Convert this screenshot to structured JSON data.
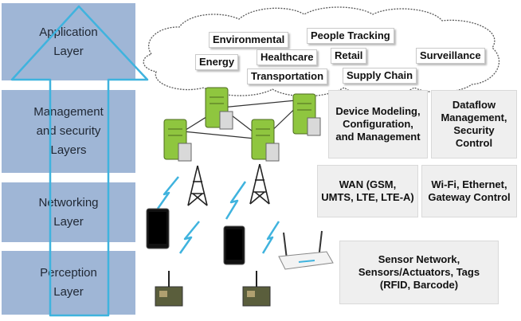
{
  "layers": [
    {
      "label": "Application\nLayer"
    },
    {
      "label": "Management\nand security\nLayers"
    },
    {
      "label": "Networking\nLayer"
    },
    {
      "label": "Perception\nLayer"
    }
  ],
  "applications": [
    "Environmental",
    "People Tracking",
    "Energy",
    "Healthcare",
    "Retail",
    "Surveillance",
    "Transportation",
    "Supply Chain"
  ],
  "functions": {
    "device_modeling": "Device Modeling,\nConfiguration,\nand Management",
    "dataflow": "Dataflow\nManagement,\nSecurity\nControl",
    "wan": "WAN (GSM,\nUMTS, LTE, LTE-A)",
    "wifi": "Wi-Fi, Ethernet,\nGateway Control",
    "sensor": "Sensor Network,\nSensors/Actuators, Tags\n(RFID, Barcode)"
  },
  "colors": {
    "layer_fill": "#9fb6d6",
    "arrow_stroke": "#3fb3de",
    "server": "#8fc63f",
    "box_fill": "#efefef"
  }
}
